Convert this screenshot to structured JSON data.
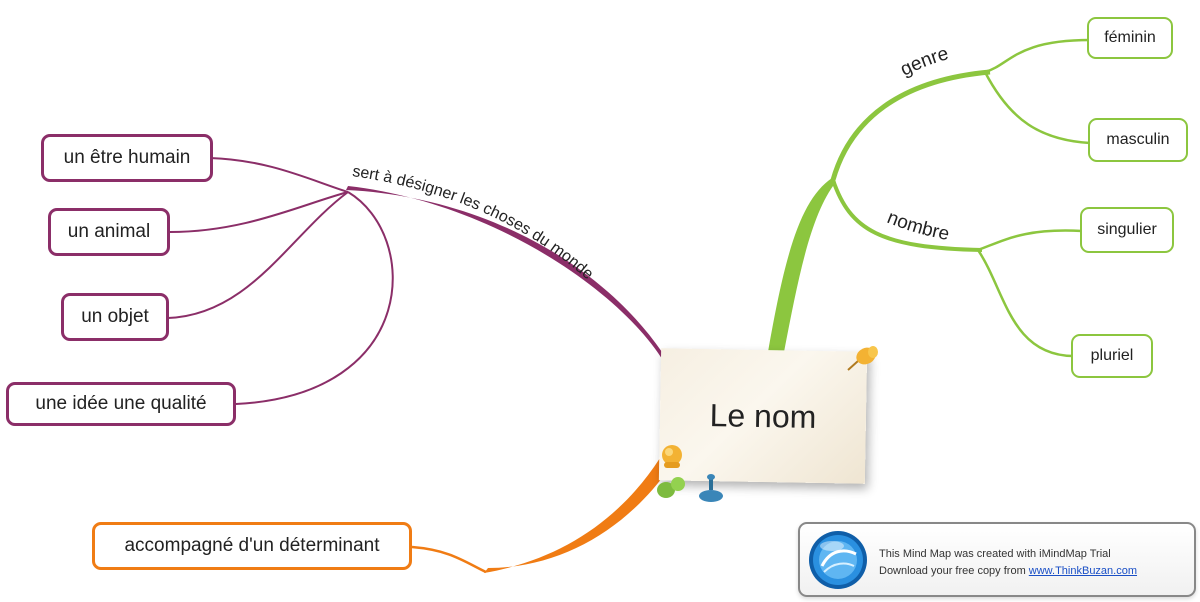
{
  "central": {
    "label": "Le nom"
  },
  "branches": {
    "designer": {
      "label": "sert à désigner les choses du monde",
      "children": [
        "un être humain",
        "un animal",
        "un objet",
        "une idée une qualité"
      ]
    },
    "genre": {
      "label": "genre",
      "children": [
        "féminin",
        "masculin"
      ]
    },
    "nombre": {
      "label": "nombre",
      "children": [
        "singulier",
        "pluriel"
      ]
    },
    "determinant": {
      "label": "accompagné d'un déterminant"
    }
  },
  "colors": {
    "purple": "#8b2e68",
    "green": "#8cc63f",
    "orange": "#f07c14"
  },
  "icons": [
    "pushpin-icon",
    "imindmap-logo-icon"
  ],
  "watermark": {
    "line1": "This Mind Map was created with iMindMap Trial",
    "line2_prefix": "Download your free copy from ",
    "link": "www.ThinkBuzan.com"
  }
}
